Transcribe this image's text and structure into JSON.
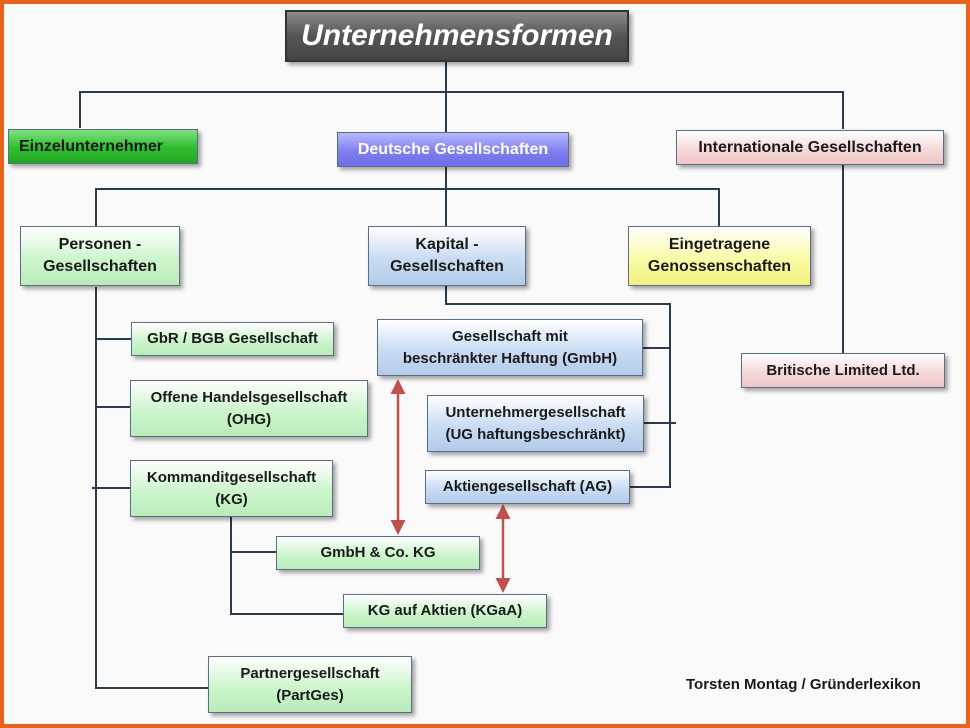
{
  "title": "Unternehmensformen",
  "level1": {
    "einzel": "Einzelunternehmer",
    "deutsche": "Deutsche Gesellschaften",
    "international": "Internationale Gesellschaften"
  },
  "level2": {
    "personen": "Personen -\nGesellschaften",
    "kapital": "Kapital -\nGesellschaften",
    "genossenschaften": "Eingetragene\nGenossenschaften",
    "limited": "Britische Limited Ltd."
  },
  "personen_items": {
    "gbr": "GbR / BGB Gesellschaft",
    "ohg": "Offene Handelsgesellschaft\n(OHG)",
    "kg": "Kommanditgesellschaft\n(KG)",
    "gmbh_co_kg": "GmbH & Co. KG",
    "kgaa": "KG auf Aktien (KGaA)",
    "partges": "Partnergesellschaft\n(PartGes)"
  },
  "kapital_items": {
    "gmbh": "Gesellschaft mit\nbeschränkter Haftung (GmbH)",
    "ug": "Unternehmergesellschaft\n(UG haftungsbeschränkt)",
    "ag": "Aktiengesellschaft (AG)"
  },
  "credit": "Torsten Montag / Gründerlexikon",
  "colors": {
    "border": "#e8641c",
    "connector": "#2b3a4c",
    "arrow": "#c0504d"
  }
}
